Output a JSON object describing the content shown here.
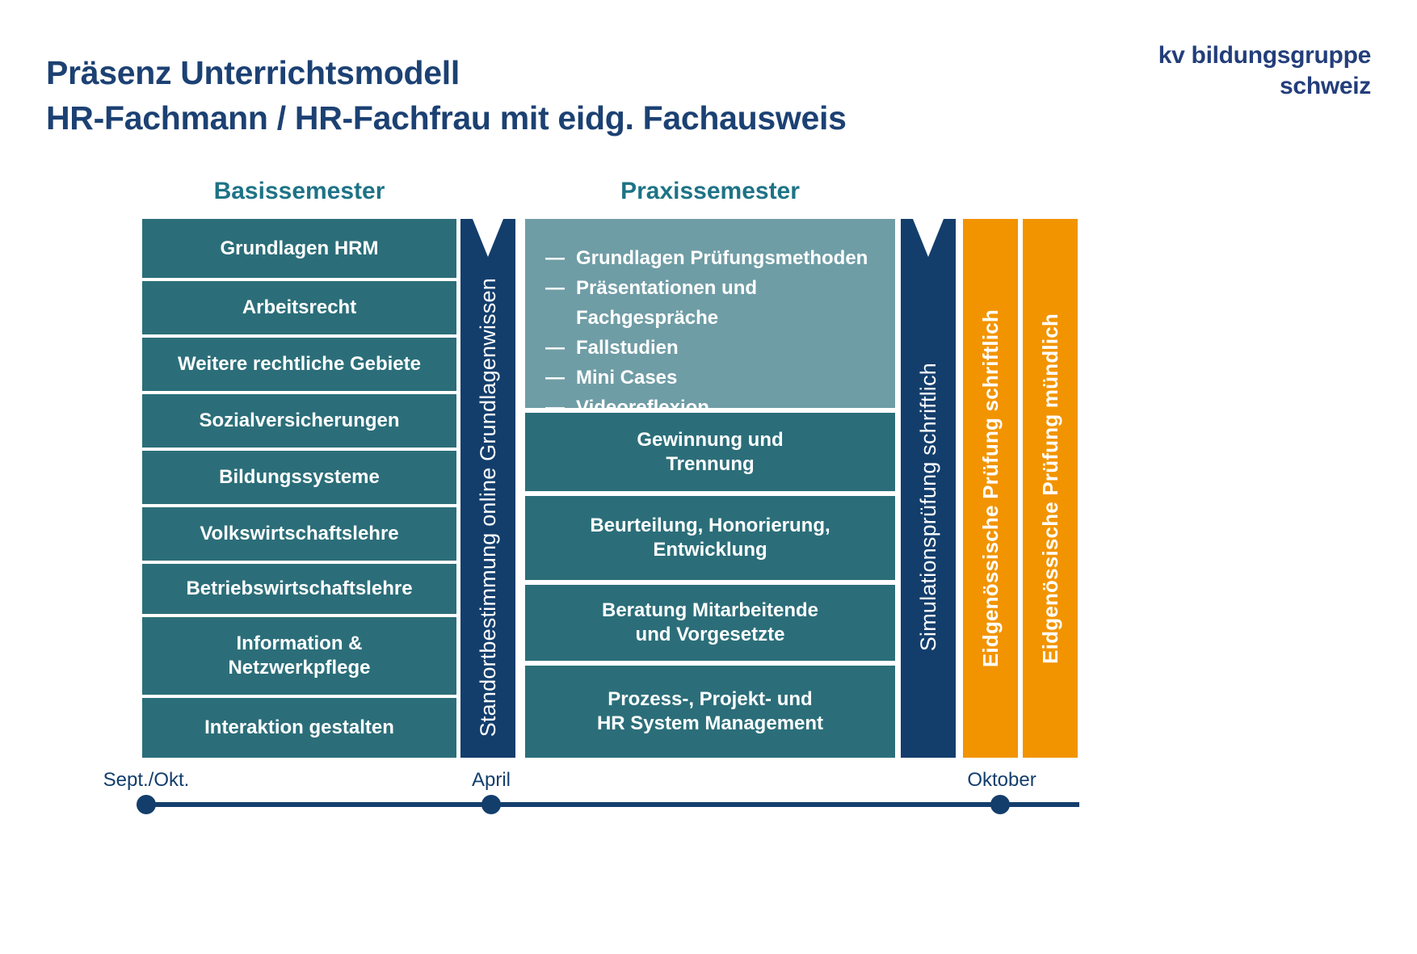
{
  "title": {
    "line1": "Präsenz Unterrichtsmodell",
    "line2": "HR-Fachmann / HR-Fachfrau mit eidg. Fachausweis"
  },
  "logo": {
    "line1": "kv bildungsgruppe",
    "line2": "schweiz"
  },
  "basis": {
    "header": "Basissemester",
    "boxes": [
      "Grundlagen HRM",
      "Arbeitsrecht",
      "Weitere rechtliche Gebiete",
      "Sozialversicherungen",
      "Bildungssysteme",
      "Volkswirtschaftslehre",
      "Betriebswirtschaftslehre",
      "Information &\nNetzwerkpflege",
      "Interaktion gestalten"
    ]
  },
  "praxis": {
    "header": "Praxissemester",
    "bullet_glyph": "—",
    "list": [
      "Grundlagen Prüfungsmethoden",
      "Präsentationen und\nFachgespräche",
      "Fallstudien",
      "Mini Cases",
      "Videoreflexion"
    ],
    "boxes": [
      "Gewinnung und\nTrennung",
      "Beurteilung, Honorierung,\nEntwicklung",
      "Beratung Mitarbeitende\nund Vorgesetzte",
      "Prozess-, Projekt- und\nHR System Management"
    ]
  },
  "banners": {
    "standortbestimmung": "Standortbestimmung online Grundlagenwissen",
    "simulationspruefung": "Simulationsprüfung schriftlich",
    "pruefung_schriftlich": "Eidgenössische Prüfung schriftlich",
    "pruefung_muendlich": "Eidgenössische Prüfung mündlich"
  },
  "timeline": {
    "labels": [
      "Sept./Okt.",
      "April",
      "Oktober"
    ]
  },
  "colors": {
    "navy-title": "#1c4173",
    "navy-logo": "#233e7a",
    "navy": "#133e6c",
    "teal": "#2b6e79",
    "teal-light": "#6f9da5",
    "teal-header": "#1e7386",
    "orange": "#f29400"
  }
}
